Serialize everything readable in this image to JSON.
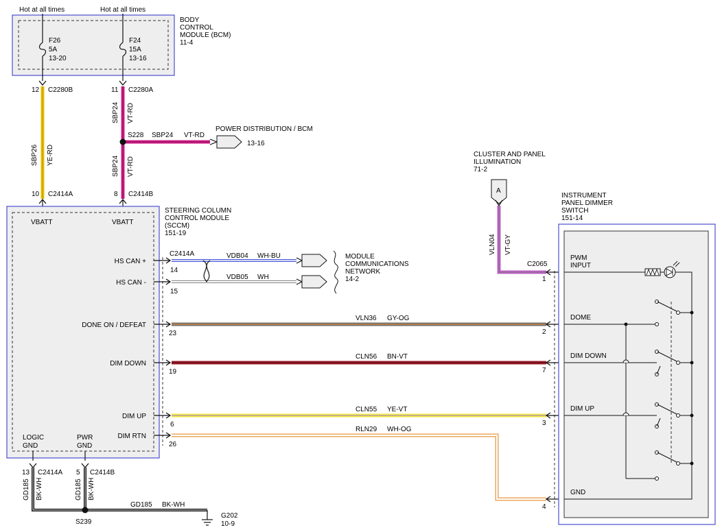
{
  "colors": {
    "module_border": "#4a4fd0",
    "module_fill": "#eeeeee",
    "yellow": "#e8c000",
    "yellow_light": "#f2ea3a",
    "magenta": "#d4208c",
    "violet": "#c060c8",
    "blue": "#4b5cd6",
    "gray": "#707070",
    "brown_red": "#a0202a",
    "wh_og": "#e8a050",
    "black": "#111111"
  },
  "power": {
    "hot1": "Hot at all times",
    "hot2": "Hot at all times"
  },
  "bcm": {
    "title1": "BODY",
    "title2": "CONTROL",
    "title3": "MODULE (BCM)",
    "ref": "11-4",
    "fuse1": {
      "name": "F26",
      "rating": "5A",
      "ref": "13-20"
    },
    "fuse2": {
      "name": "F24",
      "rating": "15A",
      "ref": "13-16"
    }
  },
  "connectors": {
    "c2280b_pin": "12",
    "c2280b": "C2280B",
    "c2280a_pin": "11",
    "c2280a": "C2280A",
    "c2414a_top_pin": "10",
    "c2414a_top": "C2414A",
    "c2414b_top_pin": "8",
    "c2414b_top": "C2414B",
    "c2414a_mid": "C2414A",
    "c2065": "C2065",
    "c2065_pin": "1",
    "bottom_a_pin": "13",
    "bottom_a": "C2414A",
    "bottom_b_pin": "5",
    "bottom_b": "C2414B"
  },
  "wires": {
    "sbp26_circuit": "SBP26",
    "sbp26_color": "YE-RD",
    "sbp24_top_circuit": "SBP24",
    "sbp24_top_color": "VT-RD",
    "sbp24_bot_circuit": "SBP24",
    "sbp24_bot_color": "VT-RD",
    "sbp24_h_circuit": "SBP24",
    "sbp24_h_color": "VT-RD",
    "vln04_circuit": "VLN04",
    "vln04_color": "VT-GY",
    "gd185_a_circuit": "GD185",
    "gd185_a_color": "BK-WH",
    "gd185_b_circuit": "GD185",
    "gd185_b_color": "BK-WH",
    "gd185_h_circuit": "GD185",
    "gd185_h_color": "BK-WH"
  },
  "splices": {
    "s228": "S228",
    "s239": "S239"
  },
  "power_dist": {
    "label": "POWER DISTRIBUTION / BCM",
    "ref": "13-16"
  },
  "cluster": {
    "line1": "CLUSTER AND PANEL",
    "line2": "ILLUMINATION",
    "ref": "71-2",
    "connector_letter": "A"
  },
  "sccm": {
    "title1": "STEERING COLUMN",
    "title2": "CONTROL MODULE",
    "title3": "(SCCM)",
    "ref": "151-19",
    "vbatt1": "VBATT",
    "vbatt2": "VBATT",
    "logic_gnd1": "LOGIC",
    "logic_gnd2": "GND",
    "pwr_gnd1": "PWR",
    "pwr_gnd2": "GND"
  },
  "network": {
    "line1": "MODULE",
    "line2": "COMMUNICATIONS",
    "line3": "NETWORK",
    "ref": "14-2"
  },
  "dimmer": {
    "title1": "INSTRUMENT",
    "title2": "PANEL DIMMER",
    "title3": "SWITCH",
    "ref": "151-14",
    "pwm1": "PWM",
    "pwm2": "INPUT"
  },
  "signals": [
    {
      "sccm_label": "HS CAN +",
      "pin": "14",
      "circuit": "VDB04",
      "color": "WH-BU"
    },
    {
      "sccm_label": "HS CAN -",
      "pin": "15",
      "circuit": "VDB05",
      "color": "WH"
    },
    {
      "sccm_label": "DONE ON / DEFEAT",
      "pin": "23",
      "circuit": "VLN36",
      "color": "GY-OG",
      "dimmer_label": "DOME",
      "dimmer_pin": "2"
    },
    {
      "sccm_label": "DIM DOWN",
      "pin": "19",
      "circuit": "CLN56",
      "color": "BN-VT",
      "dimmer_label": "DIM DOWN",
      "dimmer_pin": "7"
    },
    {
      "sccm_label": "DIM UP",
      "pin": "6",
      "circuit": "CLN55",
      "color": "YE-VT",
      "dimmer_label": "DIM UP",
      "dimmer_pin": "3"
    },
    {
      "sccm_label": "DIM RTN",
      "pin": "26",
      "circuit": "RLN29",
      "color": "WH-OG",
      "dimmer_label": "GND",
      "dimmer_pin": "4"
    }
  ],
  "ground": {
    "name": "G202",
    "ref": "10-9"
  }
}
